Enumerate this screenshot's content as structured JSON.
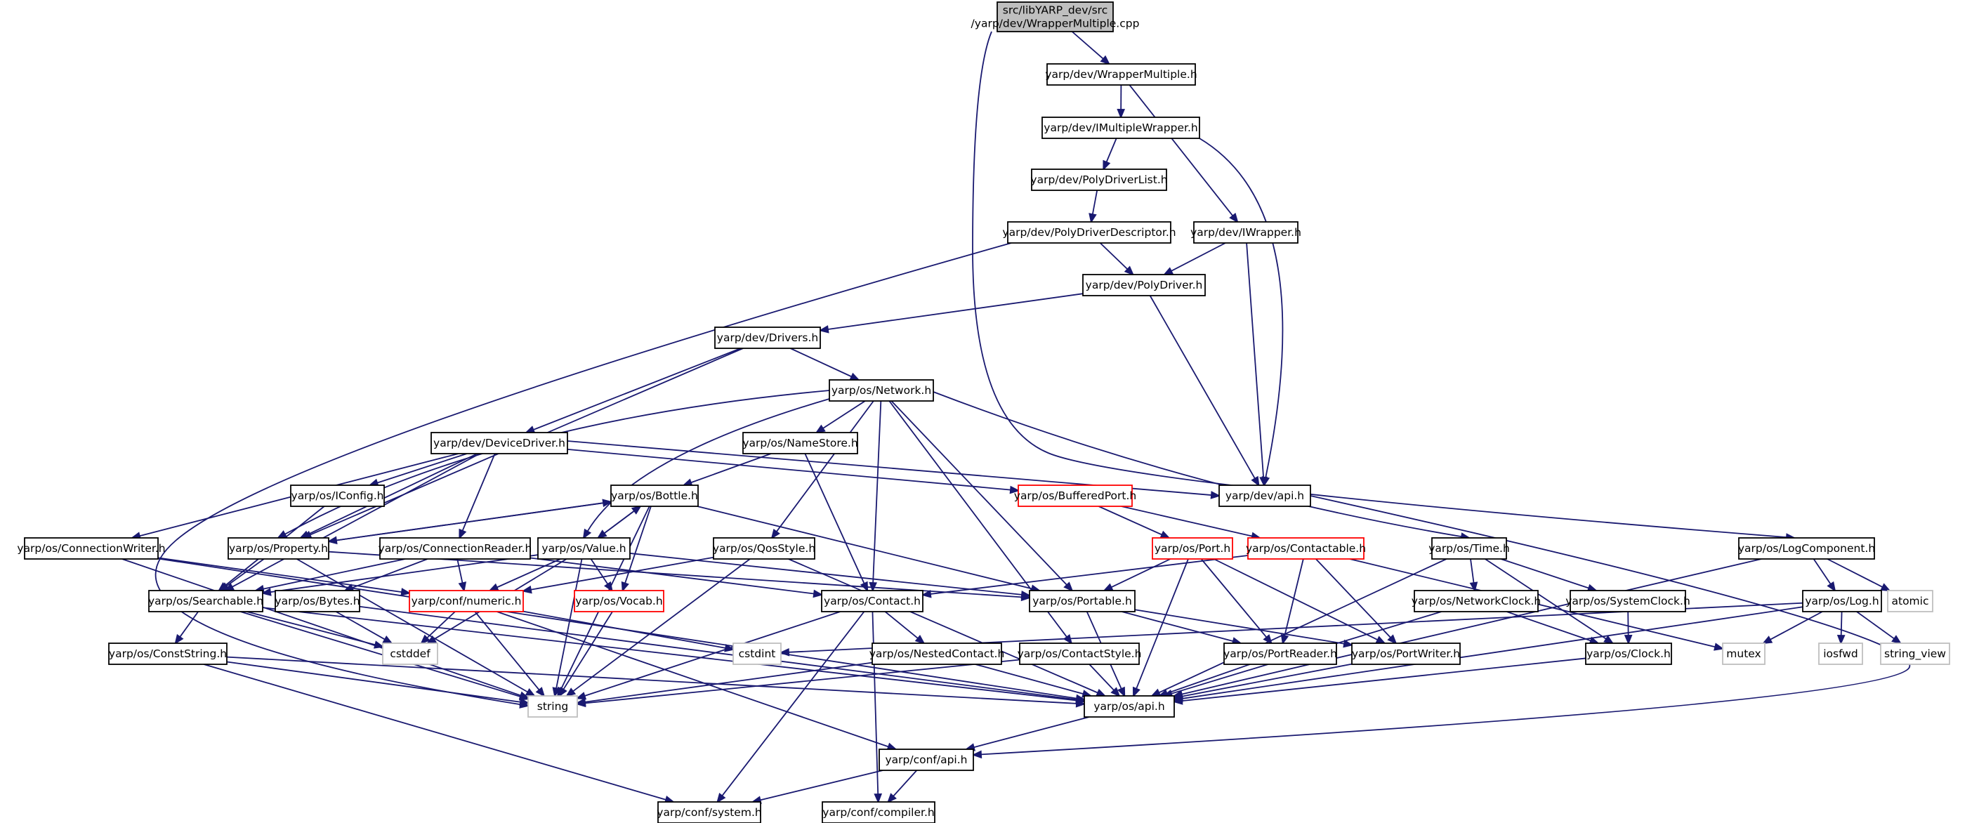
{
  "diagram": {
    "nodes": [
      {
        "id": "root",
        "label": [
          "src/libYARP_dev/src",
          "/yarp/dev/WrapperMultiple.cpp"
        ],
        "style": "root"
      },
      {
        "id": "wm",
        "label": [
          "yarp/dev/WrapperMultiple.h"
        ],
        "style": "normal"
      },
      {
        "id": "imw",
        "label": [
          "yarp/dev/IMultipleWrapper.h"
        ],
        "style": "normal"
      },
      {
        "id": "pdl",
        "label": [
          "yarp/dev/PolyDriverList.h"
        ],
        "style": "normal"
      },
      {
        "id": "pdd",
        "label": [
          "yarp/dev/PolyDriverDescriptor.h"
        ],
        "style": "normal"
      },
      {
        "id": "iw",
        "label": [
          "yarp/dev/IWrapper.h"
        ],
        "style": "normal"
      },
      {
        "id": "pd",
        "label": [
          "yarp/dev/PolyDriver.h"
        ],
        "style": "normal"
      },
      {
        "id": "drv",
        "label": [
          "yarp/dev/Drivers.h"
        ],
        "style": "normal"
      },
      {
        "id": "net",
        "label": [
          "yarp/os/Network.h"
        ],
        "style": "normal"
      },
      {
        "id": "dd",
        "label": [
          "yarp/dev/DeviceDriver.h"
        ],
        "style": "normal"
      },
      {
        "id": "ns",
        "label": [
          "yarp/os/NameStore.h"
        ],
        "style": "normal"
      },
      {
        "id": "devapi",
        "label": [
          "yarp/dev/api.h"
        ],
        "style": "normal"
      },
      {
        "id": "icfg",
        "label": [
          "yarp/os/IConfig.h"
        ],
        "style": "normal"
      },
      {
        "id": "bottle",
        "label": [
          "yarp/os/Bottle.h"
        ],
        "style": "normal"
      },
      {
        "id": "bport",
        "label": [
          "yarp/os/BufferedPort.h"
        ],
        "style": "red"
      },
      {
        "id": "cw",
        "label": [
          "yarp/os/ConnectionWriter.h"
        ],
        "style": "normal"
      },
      {
        "id": "prop",
        "label": [
          "yarp/os/Property.h"
        ],
        "style": "normal"
      },
      {
        "id": "cr",
        "label": [
          "yarp/os/ConnectionReader.h"
        ],
        "style": "normal"
      },
      {
        "id": "val",
        "label": [
          "yarp/os/Value.h"
        ],
        "style": "normal"
      },
      {
        "id": "qos",
        "label": [
          "yarp/os/QosStyle.h"
        ],
        "style": "normal"
      },
      {
        "id": "port",
        "label": [
          "yarp/os/Port.h"
        ],
        "style": "red"
      },
      {
        "id": "ctbl",
        "label": [
          "yarp/os/Contactable.h"
        ],
        "style": "red"
      },
      {
        "id": "time",
        "label": [
          "yarp/os/Time.h"
        ],
        "style": "normal"
      },
      {
        "id": "logc",
        "label": [
          "yarp/os/LogComponent.h"
        ],
        "style": "normal"
      },
      {
        "id": "srch",
        "label": [
          "yarp/os/Searchable.h"
        ],
        "style": "normal"
      },
      {
        "id": "bytes",
        "label": [
          "yarp/os/Bytes.h"
        ],
        "style": "normal"
      },
      {
        "id": "num",
        "label": [
          "yarp/conf/numeric.h"
        ],
        "style": "red"
      },
      {
        "id": "vocab",
        "label": [
          "yarp/os/Vocab.h"
        ],
        "style": "red"
      },
      {
        "id": "contact",
        "label": [
          "yarp/os/Contact.h"
        ],
        "style": "normal"
      },
      {
        "id": "portable",
        "label": [
          "yarp/os/Portable.h"
        ],
        "style": "normal"
      },
      {
        "id": "nclk",
        "label": [
          "yarp/os/NetworkClock.h"
        ],
        "style": "normal"
      },
      {
        "id": "sclk",
        "label": [
          "yarp/os/SystemClock.h"
        ],
        "style": "normal"
      },
      {
        "id": "log",
        "label": [
          "yarp/os/Log.h"
        ],
        "style": "normal"
      },
      {
        "id": "atomic",
        "label": [
          "atomic"
        ],
        "style": "grey"
      },
      {
        "id": "cstr",
        "label": [
          "yarp/os/ConstString.h"
        ],
        "style": "normal"
      },
      {
        "id": "cstddef",
        "label": [
          "cstddef"
        ],
        "style": "grey"
      },
      {
        "id": "cstdint",
        "label": [
          "cstdint"
        ],
        "style": "grey"
      },
      {
        "id": "nc",
        "label": [
          "yarp/os/NestedContact.h"
        ],
        "style": "normal"
      },
      {
        "id": "cs",
        "label": [
          "yarp/os/ContactStyle.h"
        ],
        "style": "normal"
      },
      {
        "id": "pr",
        "label": [
          "yarp/os/PortReader.h"
        ],
        "style": "normal"
      },
      {
        "id": "pw",
        "label": [
          "yarp/os/PortWriter.h"
        ],
        "style": "normal"
      },
      {
        "id": "clock",
        "label": [
          "yarp/os/Clock.h"
        ],
        "style": "normal"
      },
      {
        "id": "mutex",
        "label": [
          "mutex"
        ],
        "style": "grey"
      },
      {
        "id": "iosfwd",
        "label": [
          "iosfwd"
        ],
        "style": "grey"
      },
      {
        "id": "sv",
        "label": [
          "string_view"
        ],
        "style": "grey"
      },
      {
        "id": "string",
        "label": [
          "string"
        ],
        "style": "grey"
      },
      {
        "id": "osapi",
        "label": [
          "yarp/os/api.h"
        ],
        "style": "normal"
      },
      {
        "id": "confapi",
        "label": [
          "yarp/conf/api.h"
        ],
        "style": "normal"
      },
      {
        "id": "sys",
        "label": [
          "yarp/conf/system.h"
        ],
        "style": "normal"
      },
      {
        "id": "comp",
        "label": [
          "yarp/conf/compiler.h"
        ],
        "style": "normal"
      }
    ],
    "edges": [
      [
        "root",
        "wm"
      ],
      [
        "root",
        "logc"
      ],
      [
        "wm",
        "imw"
      ],
      [
        "wm",
        "iw"
      ],
      [
        "imw",
        "pdl"
      ],
      [
        "imw",
        "devapi"
      ],
      [
        "pdl",
        "pdd"
      ],
      [
        "pdd",
        "pd"
      ],
      [
        "pdd",
        "string"
      ],
      [
        "iw",
        "pd"
      ],
      [
        "iw",
        "devapi"
      ],
      [
        "pd",
        "drv"
      ],
      [
        "pd",
        "devapi"
      ],
      [
        "drv",
        "net"
      ],
      [
        "drv",
        "dd"
      ],
      [
        "drv",
        "prop"
      ],
      [
        "net",
        "ns"
      ],
      [
        "net",
        "contact"
      ],
      [
        "net",
        "portable"
      ],
      [
        "net",
        "qos"
      ],
      [
        "net",
        "time"
      ],
      [
        "net",
        "prop"
      ],
      [
        "net",
        "val"
      ],
      [
        "net",
        "cs"
      ],
      [
        "dd",
        "devapi"
      ],
      [
        "dd",
        "bport"
      ],
      [
        "dd",
        "icfg"
      ],
      [
        "dd",
        "cw"
      ],
      [
        "dd",
        "prop"
      ],
      [
        "dd",
        "cr"
      ],
      [
        "dd",
        "srch"
      ],
      [
        "ns",
        "bottle"
      ],
      [
        "ns",
        "contact"
      ],
      [
        "devapi",
        "confapi"
      ],
      [
        "icfg",
        "srch"
      ],
      [
        "bottle",
        "prop"
      ],
      [
        "bottle",
        "val"
      ],
      [
        "bottle",
        "portable"
      ],
      [
        "bottle",
        "vocab"
      ],
      [
        "bottle",
        "string"
      ],
      [
        "bport",
        "port"
      ],
      [
        "bport",
        "ctbl"
      ],
      [
        "cw",
        "num"
      ],
      [
        "cw",
        "string"
      ],
      [
        "cw",
        "osapi"
      ],
      [
        "prop",
        "bottle"
      ],
      [
        "prop",
        "srch"
      ],
      [
        "prop",
        "portable"
      ],
      [
        "prop",
        "string"
      ],
      [
        "cr",
        "bytes"
      ],
      [
        "cr",
        "num"
      ],
      [
        "cr",
        "contact"
      ],
      [
        "cr",
        "srch"
      ],
      [
        "val",
        "bottle"
      ],
      [
        "val",
        "srch"
      ],
      [
        "val",
        "vocab"
      ],
      [
        "val",
        "num"
      ],
      [
        "val",
        "portable"
      ],
      [
        "val",
        "cstddef"
      ],
      [
        "val",
        "string"
      ],
      [
        "qos",
        "num"
      ],
      [
        "qos",
        "string"
      ],
      [
        "qos",
        "osapi"
      ],
      [
        "port",
        "portable"
      ],
      [
        "port",
        "pr"
      ],
      [
        "port",
        "pw"
      ],
      [
        "port",
        "osapi"
      ],
      [
        "ctbl",
        "contact"
      ],
      [
        "ctbl",
        "pr"
      ],
      [
        "ctbl",
        "pw"
      ],
      [
        "ctbl",
        "mutex"
      ],
      [
        "time",
        "nclk"
      ],
      [
        "time",
        "sclk"
      ],
      [
        "time",
        "clock"
      ],
      [
        "time",
        "osapi"
      ],
      [
        "logc",
        "log"
      ],
      [
        "logc",
        "atomic"
      ],
      [
        "logc",
        "osapi"
      ],
      [
        "srch",
        "cstr"
      ],
      [
        "srch",
        "cstddef"
      ],
      [
        "srch",
        "string"
      ],
      [
        "srch",
        "osapi"
      ],
      [
        "bytes",
        "cstddef"
      ],
      [
        "bytes",
        "osapi"
      ],
      [
        "num",
        "cstddef"
      ],
      [
        "num",
        "string"
      ],
      [
        "num",
        "cstdint"
      ],
      [
        "num",
        "confapi"
      ],
      [
        "vocab",
        "string"
      ],
      [
        "contact",
        "nc"
      ],
      [
        "contact",
        "string"
      ],
      [
        "contact",
        "sys"
      ],
      [
        "contact",
        "comp"
      ],
      [
        "portable",
        "pr"
      ],
      [
        "portable",
        "pw"
      ],
      [
        "portable",
        "osapi"
      ],
      [
        "nclk",
        "clock"
      ],
      [
        "nclk",
        "osapi"
      ],
      [
        "sclk",
        "clock"
      ],
      [
        "log",
        "cstdint"
      ],
      [
        "log",
        "mutex"
      ],
      [
        "log",
        "iosfwd"
      ],
      [
        "log",
        "sv"
      ],
      [
        "log",
        "osapi"
      ],
      [
        "cstr",
        "string"
      ],
      [
        "cstr",
        "osapi"
      ],
      [
        "cstr",
        "sys"
      ],
      [
        "nc",
        "string"
      ],
      [
        "nc",
        "osapi"
      ],
      [
        "cs",
        "string"
      ],
      [
        "cs",
        "osapi"
      ],
      [
        "pr",
        "osapi"
      ],
      [
        "pw",
        "osapi"
      ],
      [
        "clock",
        "osapi"
      ],
      [
        "osapi",
        "confapi"
      ],
      [
        "confapi",
        "sys"
      ],
      [
        "confapi",
        "comp"
      ]
    ]
  },
  "colors": {
    "edge": "#191970",
    "root_fill": "#bfbfbf",
    "root_stroke": "#000000",
    "normal_stroke": "#000000",
    "red_stroke": "#ff0000",
    "grey_stroke": "#bfbfbf",
    "text": "#000000"
  }
}
